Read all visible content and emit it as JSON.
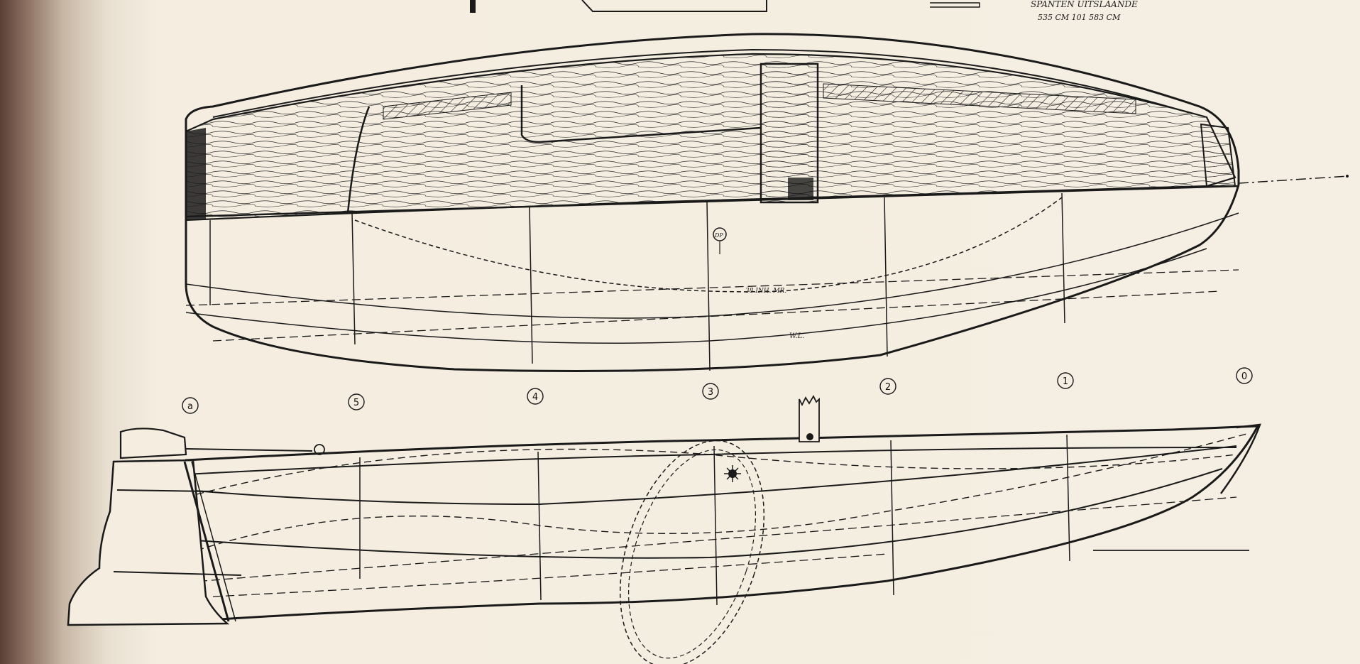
{
  "header_note": {
    "line1": "SPANTEN UITSLAANDE",
    "line2": "535 CM  101  583 CM"
  },
  "labels": {
    "dp": "DP",
    "waterline_1": "38 INH. MR.",
    "waterline_2": "W.L."
  },
  "stations": [
    "a",
    "5",
    "4",
    "3",
    "2",
    "1",
    "0"
  ],
  "colors": {
    "ink": "#1a1a1a",
    "paper": "#f4ede0",
    "shadow": "#5a4034"
  }
}
